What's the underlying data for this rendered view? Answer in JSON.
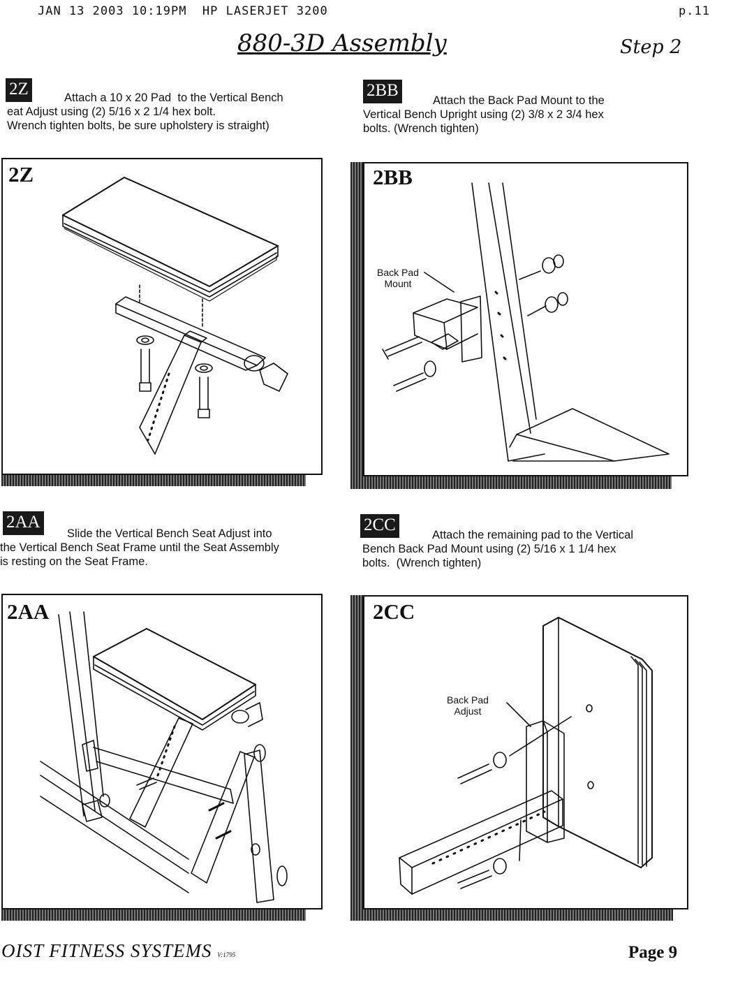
{
  "fax_header": {
    "left": "JAN 13 2003 10:19PM  HP LASERJET 3200",
    "right": "p.11"
  },
  "title": "880-3D Assembly",
  "step": "Step 2",
  "sections": [
    {
      "id": "2z",
      "badge": "2Z",
      "instruction": "Attach a 10 x 20 Pad  to the Vertical Bench\neat Adjust using (2) 5/16 x 2 1/4 hex bolt.\nWrench tighten bolts, be sure upholstery is straight)",
      "panel_title": "2Z"
    },
    {
      "id": "2bb",
      "badge": "2BB",
      "instruction": "Attach the Back Pad Mount to the\nVertical Bench Upright using (2) 3/8 x 2 3/4 hex\nbolts. (Wrench tighten)",
      "panel_title": "2BB",
      "figure_label": "Back Pad\nMount"
    },
    {
      "id": "2aa",
      "badge": "2AA",
      "instruction": "Slide the Vertical Bench Seat Adjust into\nthe Vertical Bench Seat Frame until the Seat Assembly\nis resting on the Seat Frame.",
      "panel_title": "2AA"
    },
    {
      "id": "2cc",
      "badge": "2CC",
      "instruction": "Attach the remaining pad to the Vertical\nBench Back Pad Mount using (2) 5/16 x 1 1/4 hex\nbolts.  (Wrench tighten)",
      "panel_title": "2CC",
      "figure_label": "Back Pad\nAdjust"
    }
  ],
  "footer": {
    "company": "OIST FITNESS SYSTEMS",
    "code": "V:1795",
    "page": "Page 9"
  }
}
